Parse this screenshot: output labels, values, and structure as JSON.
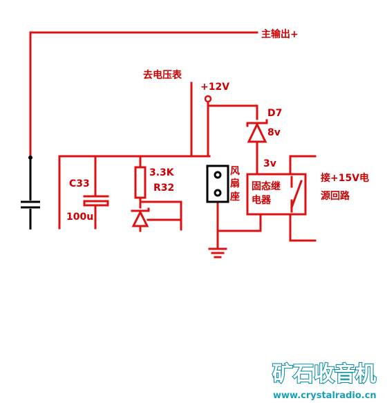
{
  "labels": {
    "main_output": "主输出+",
    "to_voltmeter": "去电压表",
    "plus12v": "+12V",
    "d7": "D7",
    "d7_voltage": "8v",
    "relay_voltage": "3v",
    "c33": "C33",
    "c33_value": "100u",
    "r32_value": "3.3K",
    "r32": "R32",
    "fan_socket": [
      "风",
      "扇",
      "座"
    ],
    "ssr": [
      "固态继",
      "电器"
    ],
    "to_15v": [
      "接+15V电",
      "源回路"
    ]
  },
  "watermark": {
    "brand": "矿石收音机",
    "url": "www.crystalradio.cn"
  },
  "colors": {
    "wire": "#dd1111",
    "component": "#000000",
    "label": "#cc0000",
    "watermark": "#0d8fa8"
  }
}
